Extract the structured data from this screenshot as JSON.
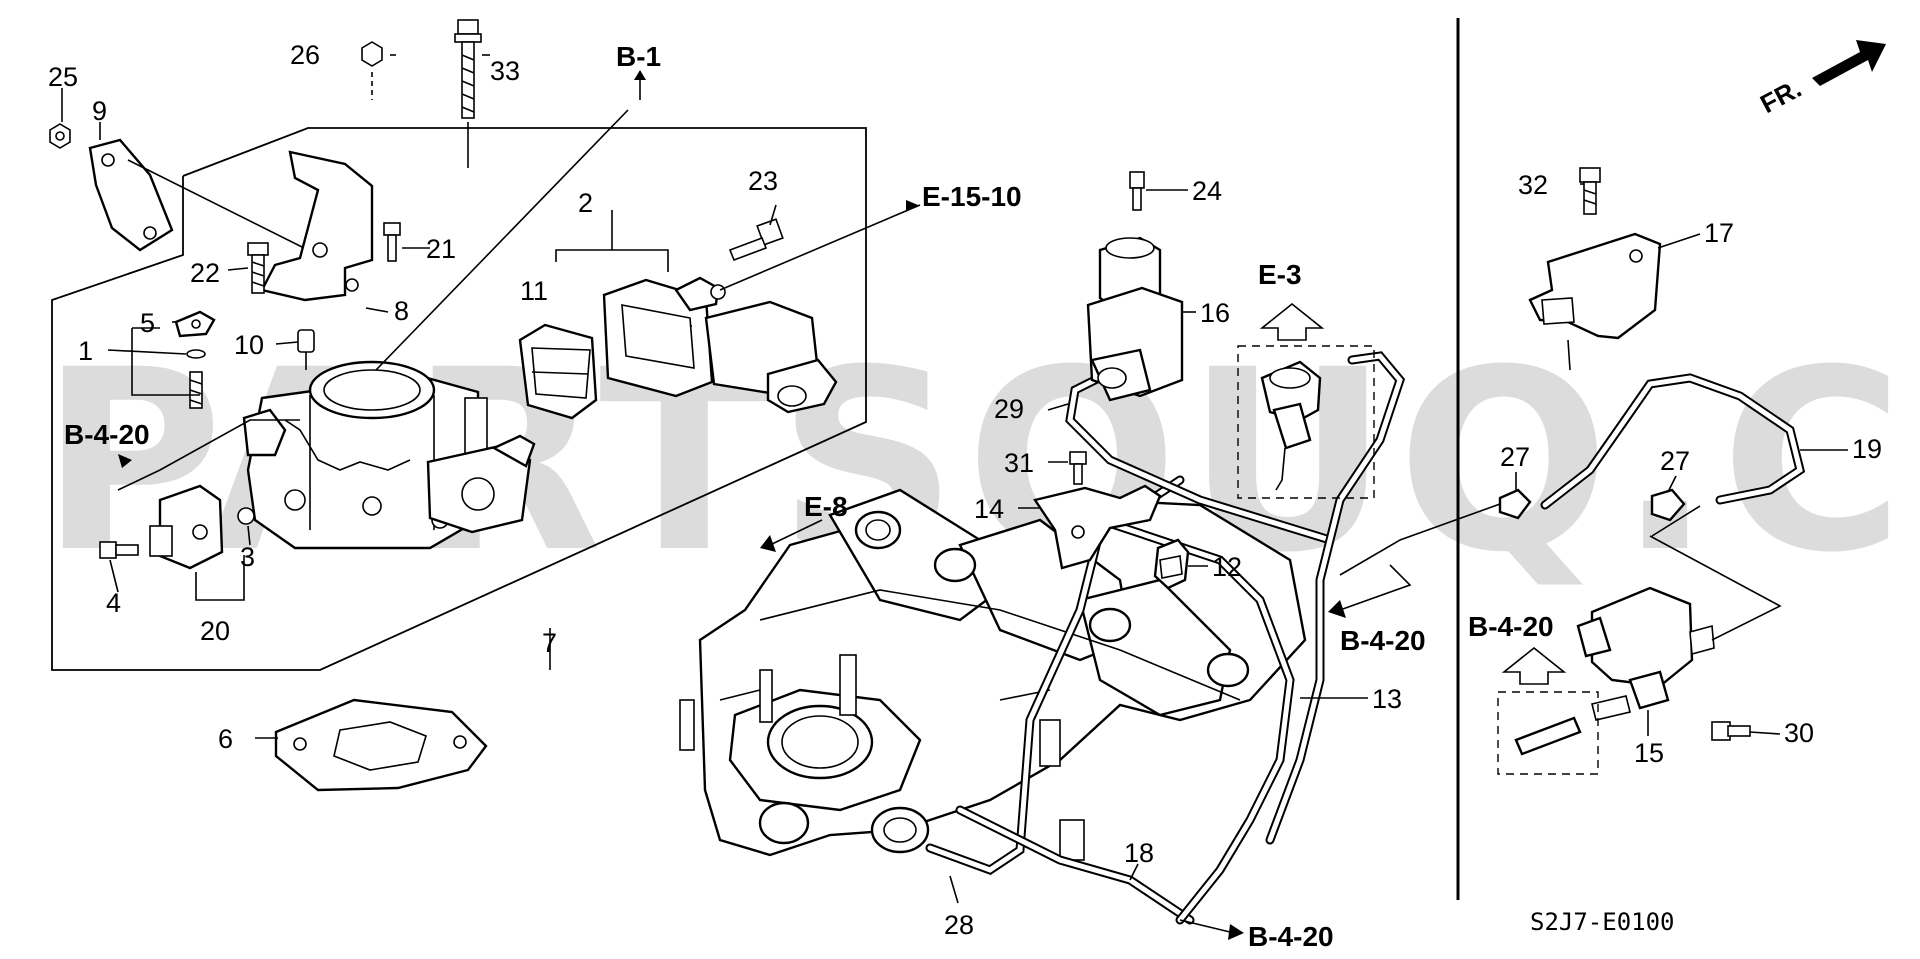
{
  "watermark": "PARTSOUQ.COM",
  "diagram_code": "S2J7-E0100",
  "front_indicator": "FR.",
  "section_refs": {
    "b1": "B-1",
    "e15_10": "E-15-10",
    "e3": "E-3",
    "e8": "E-8",
    "b4_20": "B-4-20"
  },
  "callouts": [
    "1",
    "2",
    "3",
    "4",
    "5",
    "6",
    "7",
    "8",
    "9",
    "10",
    "11",
    "12",
    "13",
    "14",
    "15",
    "16",
    "17",
    "18",
    "19",
    "20",
    "21",
    "22",
    "23",
    "24",
    "25",
    "26",
    "27",
    "28",
    "29",
    "30",
    "31",
    "32",
    "33"
  ]
}
